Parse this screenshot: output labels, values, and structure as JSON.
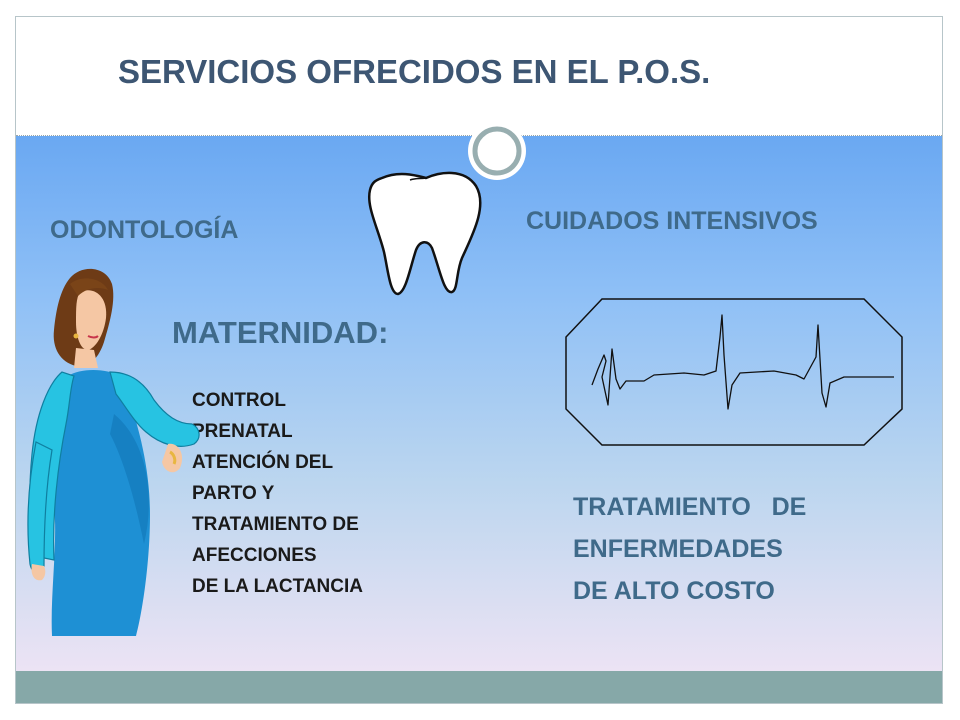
{
  "slide": {
    "title": "SERVICIOS OFRECIDOS EN EL P.O.S.",
    "odontologia": "ODONTOLOGÍA",
    "cuidados_intensivos": "CUIDADOS INTENSIVOS",
    "maternidad": "MATERNIDAD:",
    "maternidad_items": [
      "CONTROL",
      "PRENATAL",
      "ATENCIÓN DEL",
      "PARTO Y",
      "TRATAMIENTO DE",
      "AFECCIONES",
      "DE LA LACTANCIA"
    ],
    "tratamiento_lines": [
      "TRATAMIENTO   DE",
      "ENFERMEDADES",
      "DE ALTO COSTO"
    ]
  },
  "icons": {
    "circle": "circle-ornament-icon",
    "tooth": "tooth-icon",
    "ecg": "ecg-monitor-icon",
    "woman": "pregnant-woman-icon"
  },
  "colors": {
    "title": "#3d5673",
    "label": "#3f6a8a",
    "bottom_bar": "#86a8a8",
    "gradient_top": "#6aa8f2",
    "gradient_bottom": "#ece3f4"
  }
}
